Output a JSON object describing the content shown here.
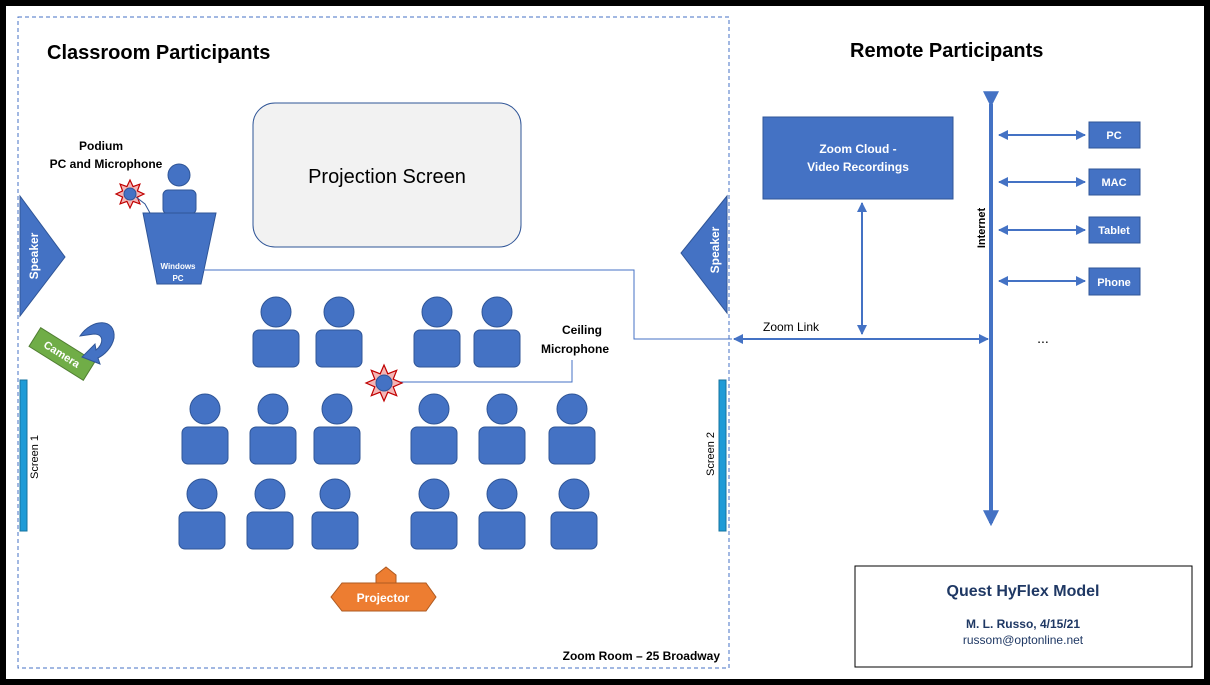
{
  "classroom": {
    "title": "Classroom Participants",
    "podium_label": "Podium",
    "podium_sub": "PC and Microphone",
    "pc_line1": "Windows",
    "pc_line2": "PC",
    "projection_screen": "Projection Screen",
    "speaker_left": "Speaker",
    "speaker_right": "Speaker",
    "camera": "Camera",
    "screen1": "Screen 1",
    "screen2": "Screen 2",
    "ceiling_mic_1": "Ceiling",
    "ceiling_mic_2": "Microphone",
    "projector": "Projector",
    "room_label": "Zoom Room – 25 Broadway"
  },
  "remote": {
    "title": "Remote Participants",
    "zoom_cloud_1": "Zoom Cloud -",
    "zoom_cloud_2": "Video Recordings",
    "internet": "Internet",
    "zoom_link": "Zoom Link",
    "devices": [
      "PC",
      "MAC",
      "Tablet",
      "Phone"
    ],
    "ellipsis": "..."
  },
  "credit": {
    "title": "Quest HyFlex Model",
    "author": "M. L. Russo, 4/15/21",
    "email": "russom@optonline.net"
  },
  "colors": {
    "blue": "#4472C4",
    "dark_blue": "#2F5597",
    "orange": "#ED7D31",
    "green": "#70AD47",
    "screen_cyan": "#1E9BD7",
    "mic_red": "#C00000",
    "navy_text": "#1F3864"
  },
  "seat_rows": [
    {
      "label": "row-1",
      "count": 4
    },
    {
      "label": "row-2",
      "count": 6
    },
    {
      "label": "row-3",
      "count": 6
    }
  ]
}
